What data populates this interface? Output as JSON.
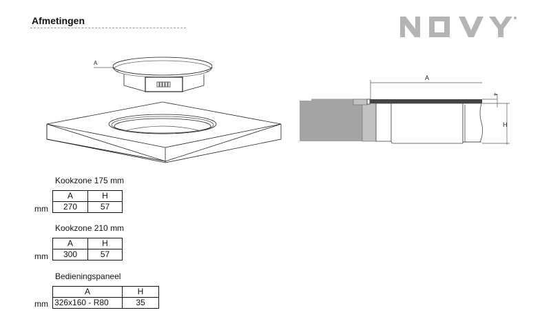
{
  "header": {
    "title": "Afmetingen",
    "brand": "NOVY",
    "brand_mark": "®",
    "brand_color": "#b4b4b4"
  },
  "figures": {
    "isometric": {
      "dimension_label": "A",
      "description": "cooking zone above countertop cut-out"
    },
    "section": {
      "dimension_width_label": "A",
      "dimension_height_label": "H",
      "dimension_lip_label": "4"
    }
  },
  "tables": [
    {
      "title": "Kookzone 175 mm",
      "unit": "mm",
      "headers": [
        "A",
        "H"
      ],
      "values": [
        "270",
        "57"
      ]
    },
    {
      "title": "Kookzone 210 mm",
      "unit": "mm",
      "headers": [
        "A",
        "H"
      ],
      "values": [
        "300",
        "57"
      ]
    },
    {
      "title": "Bedieningspaneel",
      "unit": "mm",
      "headers": [
        "A",
        "H"
      ],
      "values": [
        "326x160 - R80",
        "35"
      ]
    }
  ]
}
